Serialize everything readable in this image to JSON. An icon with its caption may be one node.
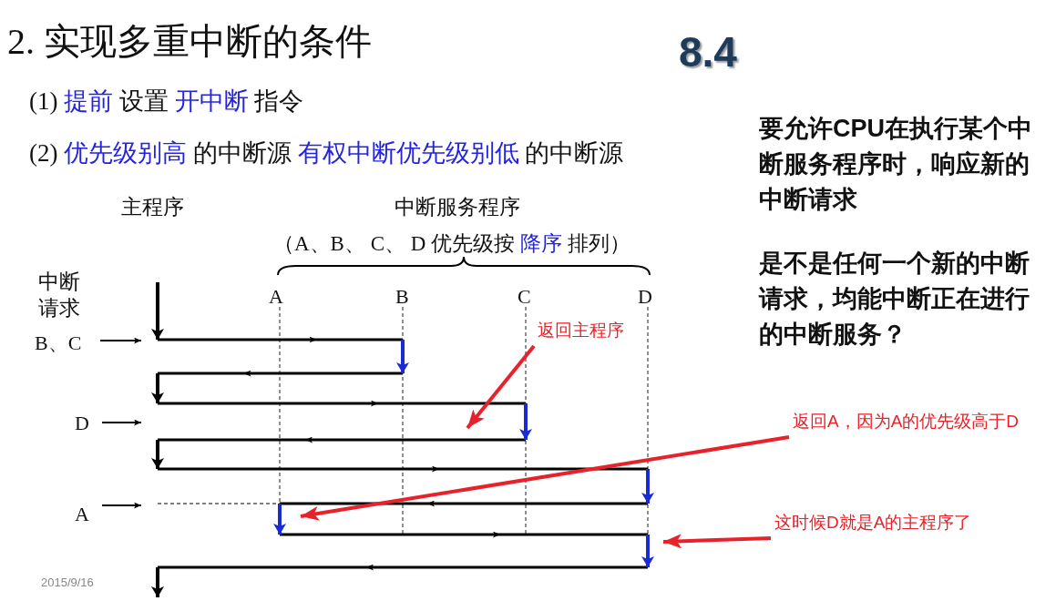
{
  "diagram": {
    "title": "2. 实现多重中断的条件",
    "nodes": [
      {
        "text": [
          "返回主程序"
        ]
      },
      {
        "text": [
          "返回A，因为A的优先级高于D"
        ]
      },
      {
        "text": [
          "这时候D就是A的主程序了"
        ]
      }
    ],
    "edges": [
      {
        "from": 0,
        "to": null,
        "arrow": "to",
        "color": "#e8222a"
      },
      {
        "from": 1,
        "to": null,
        "arrow": "to",
        "color": "#e8222a"
      },
      {
        "from": 2,
        "to": null,
        "arrow": "to",
        "color": "#e8222a"
      }
    ],
    "labels": [
      "8.4",
      "(1) 提前 设置 开中断 指令",
      "(2) 优先级别高 的中断源 有权中断优先级别低 的中断源",
      "主程序",
      "中断服务程序",
      "（A、B、 C、 D 优先级按 降序 排列）",
      "中断请求",
      "A",
      "B",
      "C",
      "D",
      "B、C",
      "D",
      "A",
      "要允许CPU在执行某个中断服务程序时，响应新的中断请求",
      "是不是任何一个新的中断请求，均能中断正在进行的中断服务？",
      "2015/9/16"
    ]
  }
}
